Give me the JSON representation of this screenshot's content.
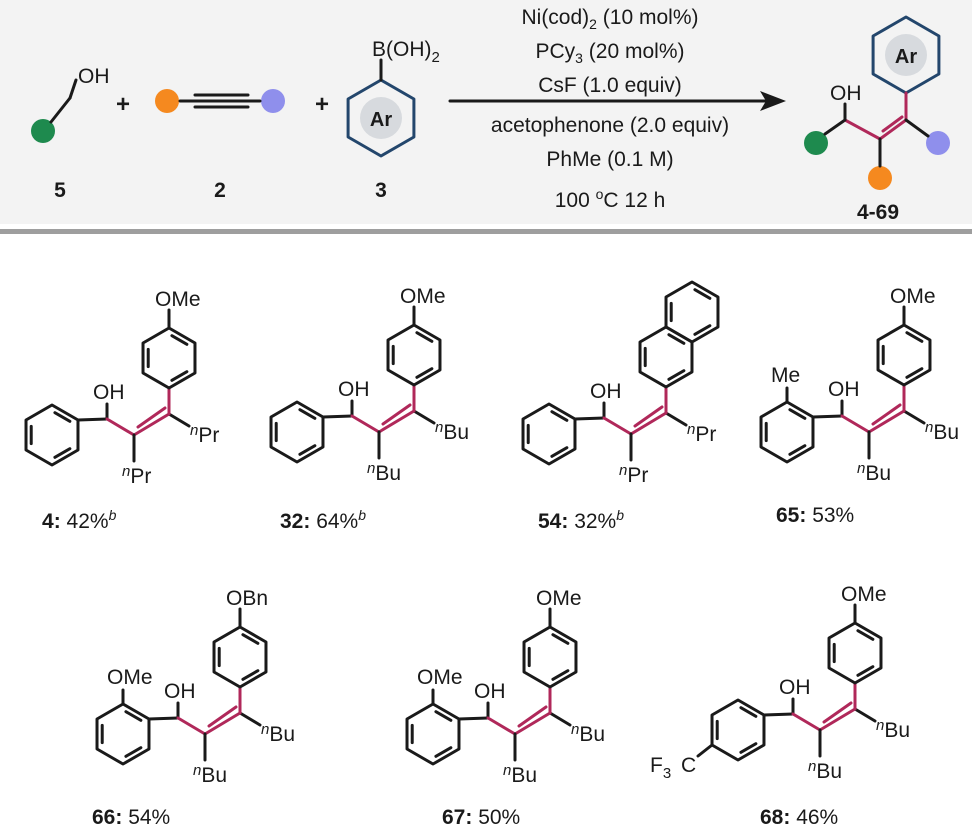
{
  "scheme": {
    "reagents": [
      {
        "id": "5",
        "oh": "OH"
      },
      {
        "id": "2"
      },
      {
        "id": "3",
        "boron": "B(OH)",
        "boron_sub": "2",
        "ar": "Ar"
      }
    ],
    "plus": "+",
    "conditions": {
      "line1": {
        "pre": "Ni(cod)",
        "sub": "2",
        "post": " (10 mol%)"
      },
      "line2": {
        "pre": "PCy",
        "sub": "3",
        "post": " (20 mol%)"
      },
      "line3": "CsF (1.0 equiv)",
      "line4": "acetophenone (2.0 equiv)",
      "line5": "PhMe (0.1 M)",
      "line6": {
        "pre": "100 ",
        "sup": "o",
        "post": "C 12 h"
      }
    },
    "product": {
      "id": "4-69",
      "oh": "OH",
      "ar": "Ar"
    }
  },
  "colors": {
    "green": "#1e8a4e",
    "orange": "#f5891f",
    "purple": "#8f8fec",
    "bond_red": "#b0285a",
    "ring_blue": "#23466c",
    "ar_fill": "#d7dade"
  },
  "labels": {
    "OMe": "OMe",
    "OBn": "OBn",
    "OH": "OH",
    "Me": "Me",
    "nPr": "Pr",
    "nBu": "Bu",
    "n": "n",
    "F3C": "F",
    "F3C_sub": "3",
    "F3C_C": "C"
  },
  "compounds": [
    {
      "id": "4",
      "yield": "42%",
      "note": "b"
    },
    {
      "id": "32",
      "yield": "64%",
      "note": "b"
    },
    {
      "id": "54",
      "yield": "32%",
      "note": "b"
    },
    {
      "id": "65",
      "yield": "53%"
    },
    {
      "id": "66",
      "yield": "54%"
    },
    {
      "id": "67",
      "yield": "50%"
    },
    {
      "id": "68",
      "yield": "46%"
    }
  ]
}
